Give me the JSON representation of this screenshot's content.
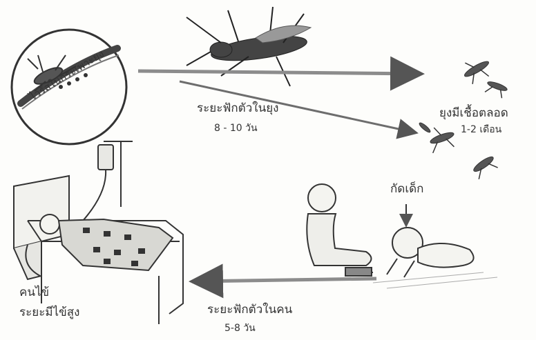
{
  "labels": {
    "circle_virus": "ไวรัสในกระเพาะยุง",
    "mosquito_incubation_line1": "ระยะฟักตัวในยุง",
    "mosquito_incubation_line2": "8 - 10 วัน",
    "mosquito_carrier_line1": "ยุงมีเชื้อตลอด",
    "mosquito_carrier_line2": "1-2 เดือน",
    "bite_child": "กัดเด็ก",
    "human_incubation_line1": "ระยะฟักตัวในคน",
    "human_incubation_line2": "5-8 วัน",
    "patient_line1": "คนไข้",
    "patient_line2": "ระยะมีไข้สูง"
  },
  "colors": {
    "ink": "#2a2a2a",
    "paper": "#fdfdfb",
    "arrow": "#8c8c8c"
  }
}
